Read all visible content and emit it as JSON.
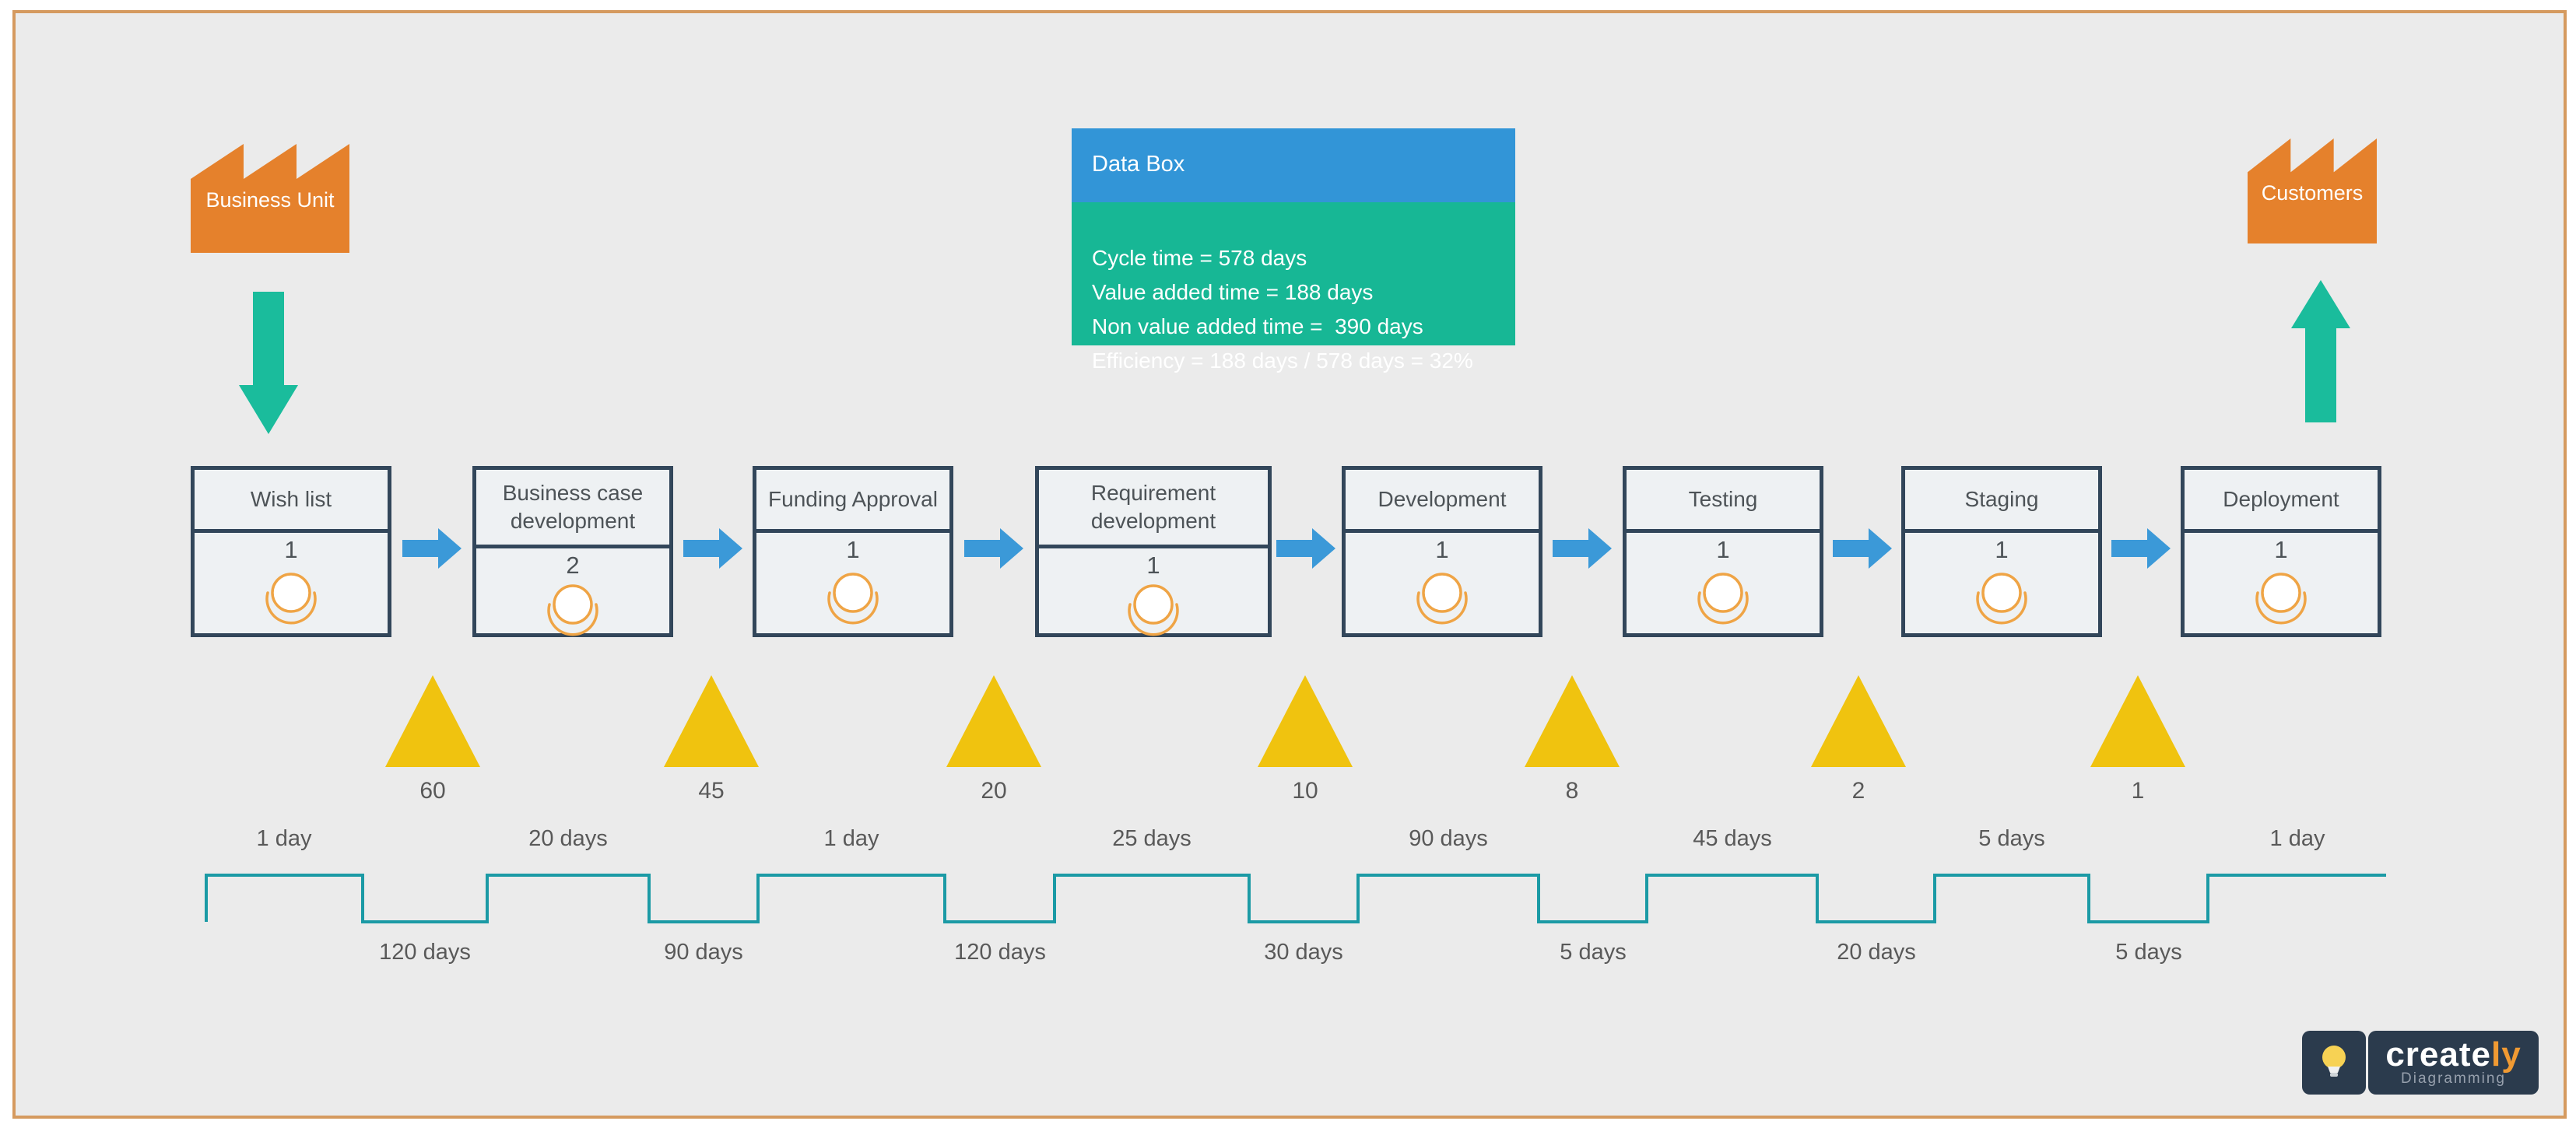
{
  "frame": {
    "border_color": "#d59a5f",
    "canvas_color": "#ebebeb"
  },
  "sources": {
    "business_unit": {
      "label": "Business Unit",
      "icon": "factory-icon",
      "color": "#e5812c"
    },
    "customers": {
      "label": "Customers",
      "icon": "factory-icon",
      "color": "#e5812c"
    }
  },
  "data_box": {
    "title": "Data Box",
    "header_color": "#3295d7",
    "body_color": "#17b795",
    "metrics": [
      "Cycle time = 578 days",
      "Value added time = 188 days",
      "Non value added time =  390 days",
      "Efficiency = 188 days / 578 days = 32%"
    ]
  },
  "process_boxes": [
    {
      "title": "Wish list",
      "operators": "1"
    },
    {
      "title": "Business case development",
      "operators": "2"
    },
    {
      "title": "Funding Approval",
      "operators": "1"
    },
    {
      "title": "Requirement development",
      "operators": "1"
    },
    {
      "title": "Development",
      "operators": "1"
    },
    {
      "title": "Testing",
      "operators": "1"
    },
    {
      "title": "Staging",
      "operators": "1"
    },
    {
      "title": "Deployment",
      "operators": "1"
    }
  ],
  "inventory_triangles": {
    "color": "#f0c30f",
    "values": [
      "60",
      "45",
      "20",
      "10",
      "8",
      "2",
      "1"
    ]
  },
  "timeline": {
    "color": "#1b9aa5",
    "value_added_labels": [
      "1 day",
      "20 days",
      "1 day",
      "25 days",
      "90 days",
      "45 days",
      "5 days",
      "1 day"
    ],
    "non_value_added_labels": [
      "120 days",
      "90 days",
      "120 days",
      "30 days",
      "5 days",
      "20 days",
      "5 days"
    ]
  },
  "branding": {
    "wordmark_main": "create",
    "wordmark_accent": "ly",
    "tagline": "Diagramming",
    "badge_color": "#2b3b4d",
    "bulb_color": "#f7d254",
    "accent_color": "#f09a33"
  }
}
